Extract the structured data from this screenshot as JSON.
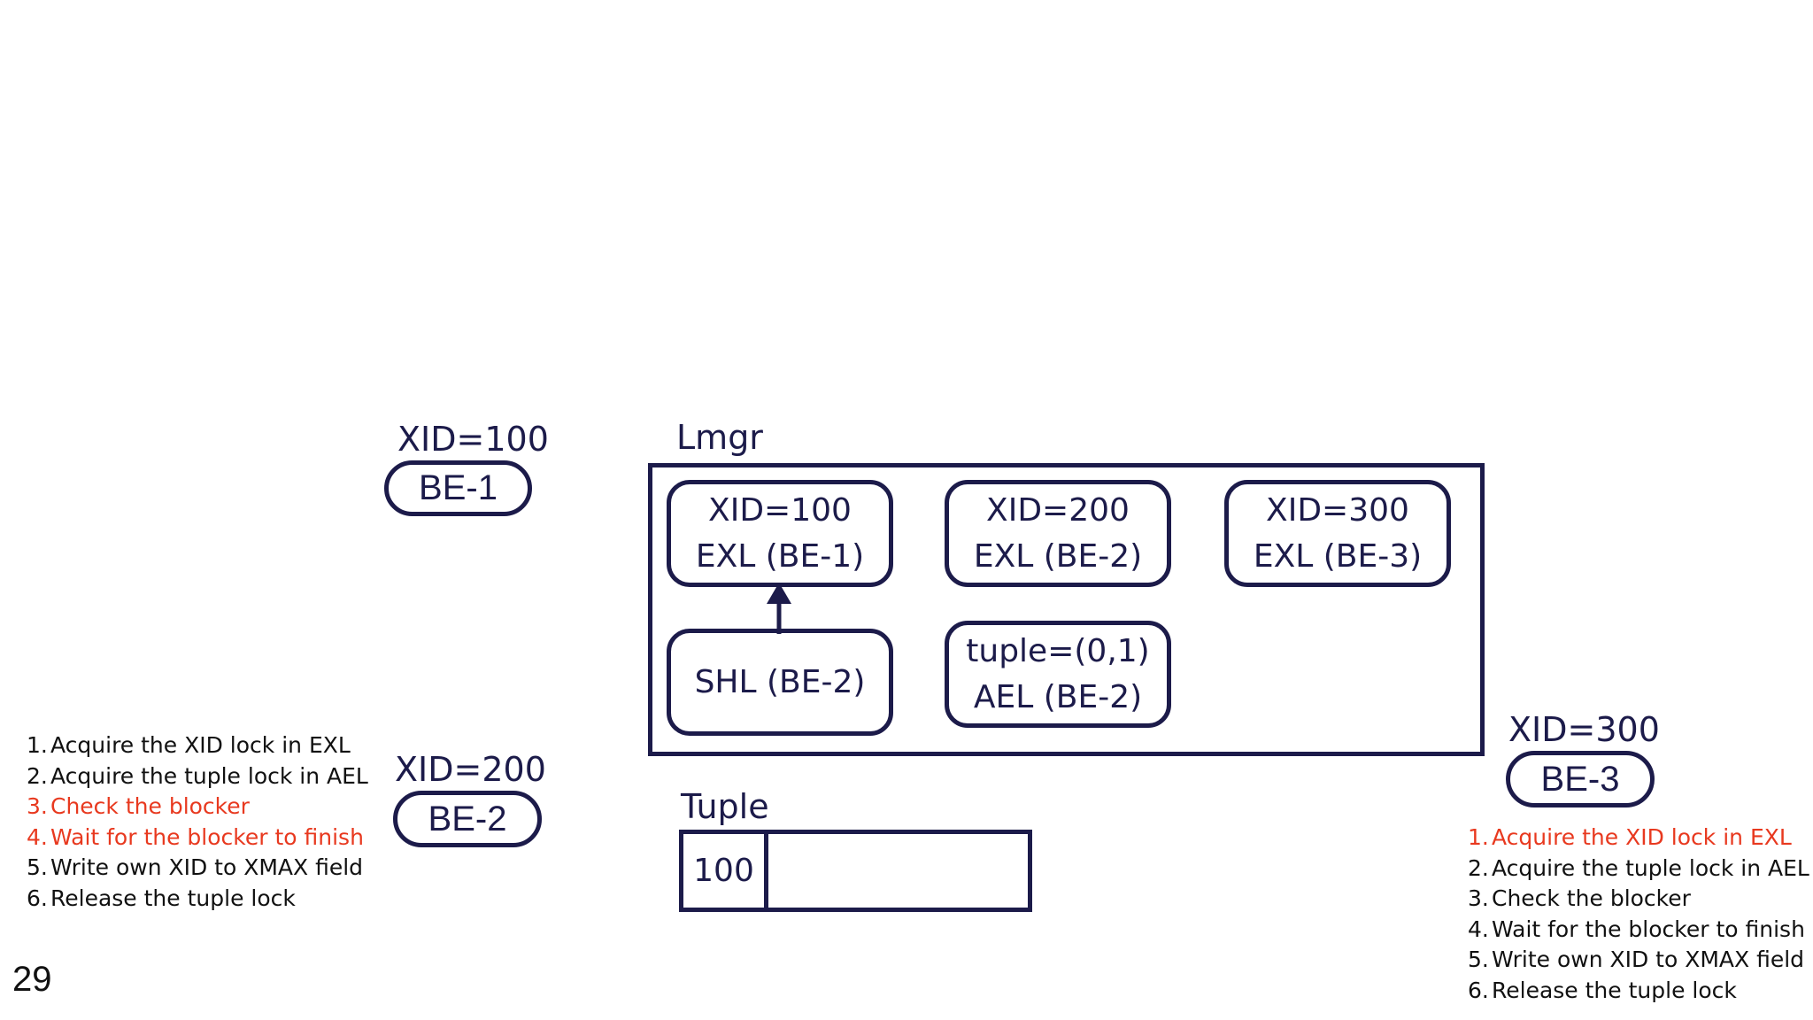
{
  "page_number": "29",
  "be1": {
    "xid_label": "XID=100",
    "name": "BE-1"
  },
  "be2": {
    "xid_label": "XID=200",
    "name": "BE-2"
  },
  "be3": {
    "xid_label": "XID=300",
    "name": "BE-3"
  },
  "lmgr": {
    "title": "Lmgr",
    "locks": [
      {
        "line1": "XID=100",
        "line2": "EXL (BE-1)"
      },
      {
        "line1": "XID=200",
        "line2": "EXL (BE-2)"
      },
      {
        "line1": "XID=300",
        "line2": "EXL (BE-3)"
      },
      {
        "line1": "SHL (BE-2)"
      },
      {
        "line1": "tuple=(0,1)",
        "line2": "AEL (BE-2)"
      }
    ]
  },
  "tuple": {
    "title": "Tuple",
    "xmax_value": "100"
  },
  "steps_be2": [
    {
      "num": "1.",
      "text": "Acquire the XID lock in EXL",
      "highlight": false
    },
    {
      "num": "2.",
      "text": "Acquire the tuple lock in AEL",
      "highlight": false
    },
    {
      "num": "3.",
      "text": "Check the blocker",
      "highlight": true
    },
    {
      "num": "4.",
      "text": "Wait for the blocker to finish",
      "highlight": true
    },
    {
      "num": "5.",
      "text": "Write own XID to XMAX field",
      "highlight": false
    },
    {
      "num": "6.",
      "text": "Release the tuple lock",
      "highlight": false
    }
  ],
  "steps_be3": [
    {
      "num": "1.",
      "text": "Acquire the XID lock in EXL",
      "highlight": true
    },
    {
      "num": "2.",
      "text": "Acquire the tuple lock in AEL",
      "highlight": false
    },
    {
      "num": "3.",
      "text": "Check the blocker",
      "highlight": false
    },
    {
      "num": "4.",
      "text": "Wait for the blocker to finish",
      "highlight": false
    },
    {
      "num": "5.",
      "text": "Write own XID to XMAX field",
      "highlight": false
    },
    {
      "num": "6.",
      "text": "Release the tuple lock",
      "highlight": false
    }
  ],
  "colors": {
    "ink": "#1c1b4a",
    "highlight": "#e8391f",
    "text": "#111111"
  }
}
